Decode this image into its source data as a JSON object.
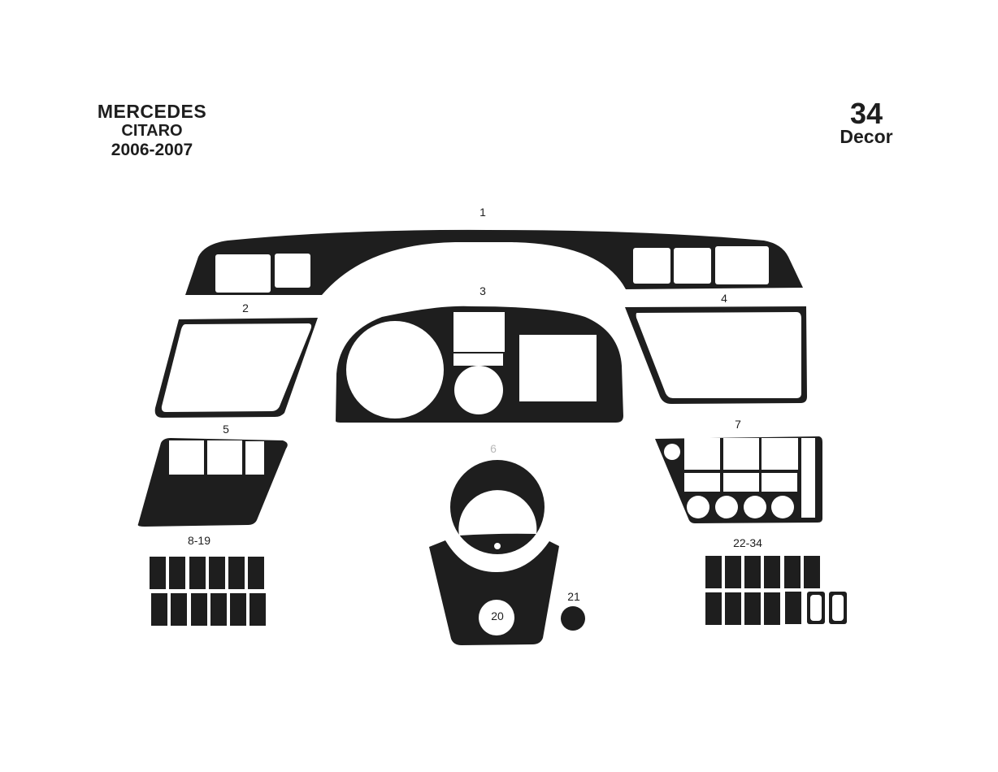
{
  "header": {
    "make": "MERCEDES",
    "model": "CITARO",
    "years": "2006-2007"
  },
  "kit": {
    "piece_count": "34",
    "label": "Decor"
  },
  "parts": [
    {
      "id": "1",
      "label": "1",
      "description": "upper dashboard strip with 2 left and 3 right switch cutouts"
    },
    {
      "id": "2",
      "label": "2",
      "description": "left parallelogram frame"
    },
    {
      "id": "3",
      "label": "3",
      "description": "instrument cluster surround"
    },
    {
      "id": "4",
      "label": "4",
      "description": "right trapezoid frame"
    },
    {
      "id": "5",
      "label": "5",
      "description": "left switch panel with 3 cutouts"
    },
    {
      "id": "6",
      "label": "6",
      "description": "steering column ring (label faint)"
    },
    {
      "id": "7",
      "label": "7",
      "description": "right switch panel with grid and 4 round cutouts"
    },
    {
      "id": "8-19",
      "label": "8-19",
      "description": "12 small rectangular decals"
    },
    {
      "id": "20",
      "label": "20",
      "description": "lower column cover with round cutout"
    },
    {
      "id": "21",
      "label": "21",
      "description": "small round decal"
    },
    {
      "id": "22-34",
      "label": "22-34",
      "description": "13 small rectangular decals, 2 hollow"
    }
  ],
  "colors": {
    "ink": "#1e1e1e",
    "background": "#ffffff",
    "faint_label": "#b8b8b8"
  }
}
